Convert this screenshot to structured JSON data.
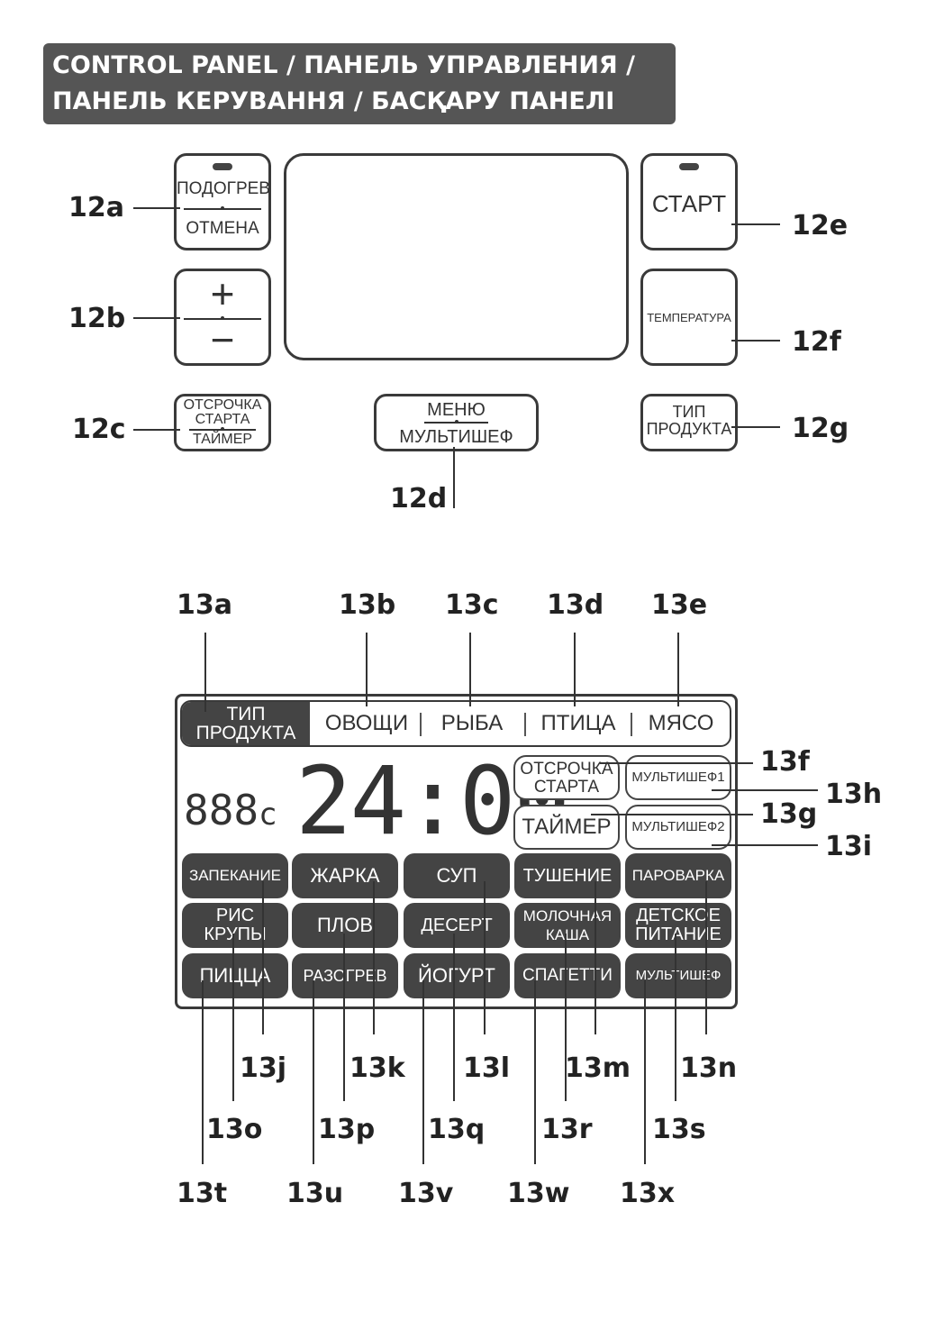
{
  "header": {
    "line1": "CONTROL PANEL  /  ПАНЕЛЬ  УПРАВЛЕНИЯ  /",
    "line2": "ПАНЕЛЬ КЕРУВАННЯ  /  БАСҚАРУ ПАНЕЛІ"
  },
  "panel": {
    "keep_warm_top": "ПОДОГРЕВ",
    "keep_warm_bottom": "ОТМЕНА",
    "plus": "+",
    "minus": "−",
    "delay_line1": "ОТСРОЧКА",
    "delay_line2": "СТАРТА",
    "delay_bottom": "ТАЙМЕР",
    "menu_top": "МЕНЮ",
    "menu_bottom": "МУЛЬТИШЕФ",
    "start": "СТАРТ",
    "temperature": "ТЕМПЕРАТУРА",
    "product_line1": "ТИП",
    "product_line2": "ПРОДУКТА"
  },
  "callouts_12": {
    "a": "12a",
    "b": "12b",
    "c": "12c",
    "d": "12d",
    "e": "12e",
    "f": "12f",
    "g": "12g"
  },
  "lcd": {
    "tab_active_line1": "ТИП",
    "tab_active_line2": "ПРОДУКТА",
    "tabs": [
      "ОВОЩИ",
      "РЫБА",
      "ПТИЦА",
      "МЯСО"
    ],
    "small_digits": "888",
    "small_unit": "c",
    "big_time": "24:00",
    "delay_line1": "ОТСРОЧКА",
    "delay_line2": "СТАРТА",
    "timer": "ТАЙМЕР",
    "multichef1": "МУЛЬТИШЕФ1",
    "multichef2": "МУЛЬТИШЕФ2",
    "modes_row1": [
      "ЗАПЕКАНИЕ",
      "ЖАРКА",
      "СУП",
      "ТУШЕНИЕ",
      "ПАРОВАРКА"
    ],
    "modes_row2": [
      {
        "l1": "РИС",
        "l2": "КРУПЫ"
      },
      {
        "l1": "ПЛОВ",
        "l2": ""
      },
      {
        "l1": "ДЕСЕРТ",
        "l2": ""
      },
      {
        "l1": "МОЛОЧНАЯ",
        "l2": "КАША"
      },
      {
        "l1": "ДЕТСКОЕ",
        "l2": "ПИТАНИЕ"
      }
    ],
    "modes_row3": [
      "ПИЦЦА",
      "РАЗОГРЕВ",
      "ЙОГУРТ",
      "СПАГЕТТИ",
      "МУЛЬТИШЕФ"
    ]
  },
  "callouts_13": {
    "a": "13a",
    "b": "13b",
    "c": "13c",
    "d": "13d",
    "e": "13e",
    "f": "13f",
    "g": "13g",
    "h": "13h",
    "i": "13i",
    "j": "13j",
    "k": "13k",
    "l": "13l",
    "m": "13m",
    "n": "13n",
    "o": "13o",
    "p": "13p",
    "q": "13q",
    "r": "13r",
    "s": "13s",
    "t": "13t",
    "u": "13u",
    "v": "13v",
    "w": "13w",
    "x": "13x"
  }
}
